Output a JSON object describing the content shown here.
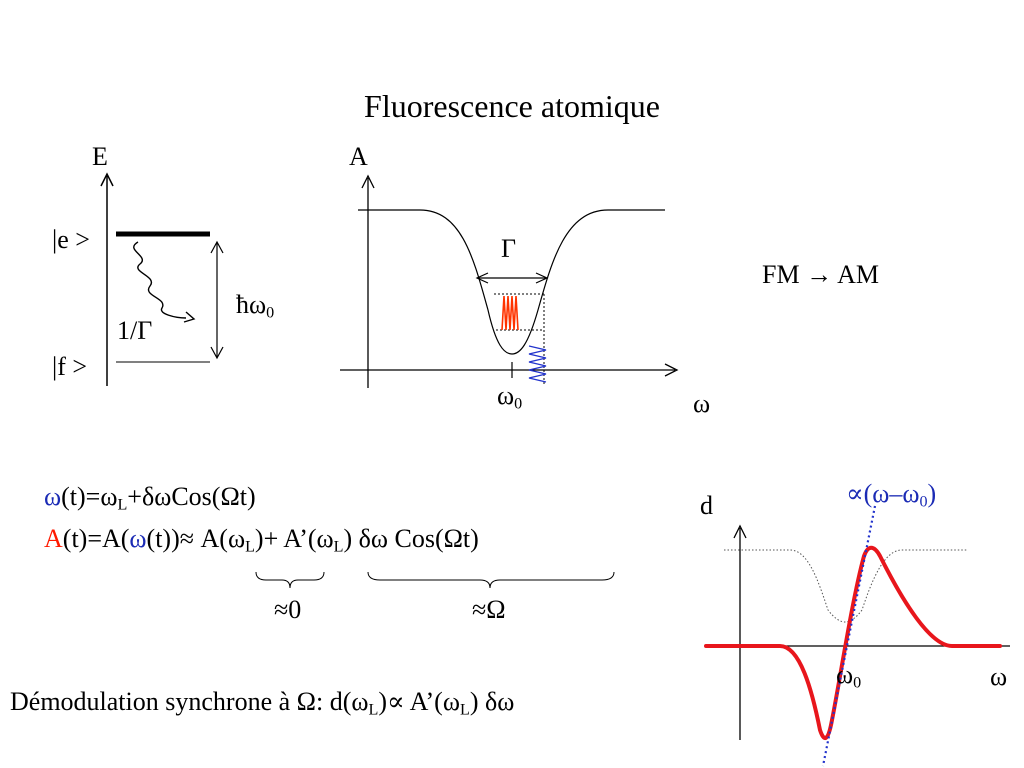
{
  "title": "Fluorescence atomique",
  "energy_diagram": {
    "axis_label": "E",
    "upper_level": "|e >",
    "lower_level": "|f >",
    "decay_rate": "1/Γ",
    "transition_energy": {
      "base": "ħω",
      "sub": "0"
    }
  },
  "absorption_plot": {
    "y_label": "A",
    "x_label": "ω",
    "width_label": "Γ",
    "center_label": {
      "base": "ω",
      "sub": "0"
    }
  },
  "fm_am_label": "FM → AM",
  "equation_1": {
    "omega": "ω",
    "p1": "(t)=ω",
    "sub1": "L",
    "p2": "+δωCos(Ωt)"
  },
  "equation_2": {
    "A": "A",
    "p1": "(t)=A(",
    "omega": "ω",
    "p2": "(t))≈ A(ω",
    "sub1": "L",
    "p3": ")+ A’(ω",
    "sub2": "L",
    "p4": ") δω Cos(Ωt)"
  },
  "brace_labels": {
    "left": "≈0",
    "right": "≈Ω"
  },
  "demod_line": {
    "p1": "Démodulation synchrone à Ω: d(ω",
    "sub1": "L",
    "p2": ")∝ A’(ω",
    "sub2": "L",
    "p3": ") δω"
  },
  "derivative_plot": {
    "y_label": "d",
    "x_label": "ω",
    "center_label": {
      "base": "ω",
      "sub": "0"
    },
    "slope_label": {
      "p1": "∝(ω–ω",
      "sub": "0",
      "p2": ")"
    }
  },
  "colors": {
    "blue": "#1b2bb5",
    "red": "#ff1a00",
    "signal_red": "#e8161c",
    "black": "#000000"
  }
}
